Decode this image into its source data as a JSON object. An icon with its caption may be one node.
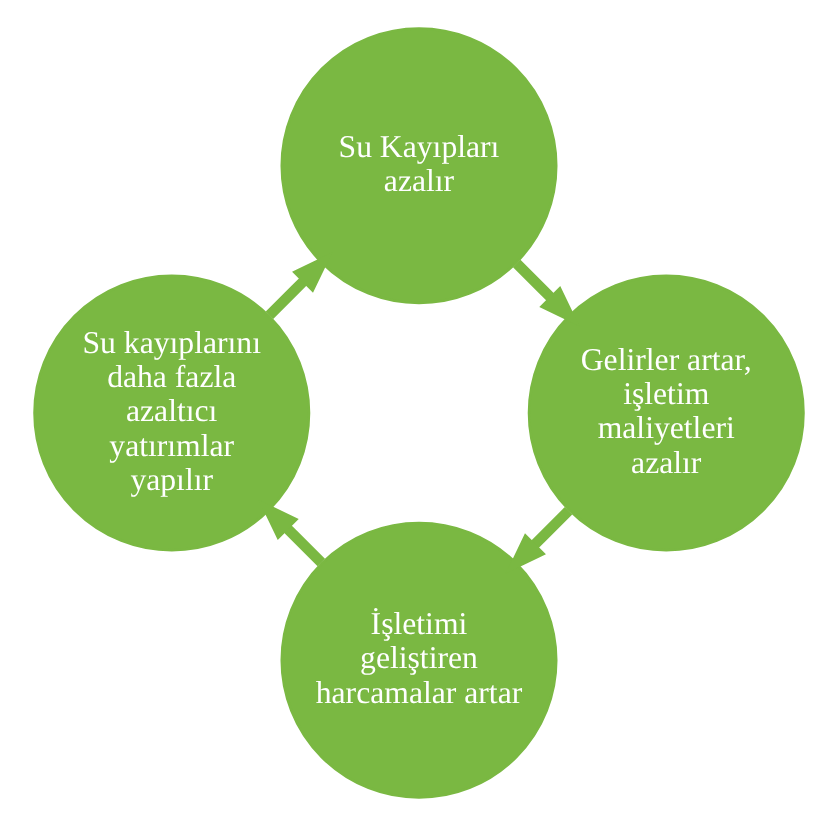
{
  "diagram": {
    "nodes": [
      {
        "text": [
          "İşletimi geliştiren harcamalar artar"
        ]
      },
      {
        "text": [
          "Su kayıplarını daha fazla azaltıcı yatırımlar yapılır"
        ]
      },
      {
        "text": [
          "Su Kayıpları azalır"
        ]
      },
      {
        "text": [
          "Gelirler artar, işletim maliyetleri azalır"
        ]
      }
    ],
    "edges": [
      {
        "from": 0,
        "to": 1,
        "arrow": "to"
      },
      {
        "from": 1,
        "to": 2,
        "arrow": "to"
      },
      {
        "from": 2,
        "to": 3,
        "arrow": "to"
      },
      {
        "from": 3,
        "to": 0,
        "arrow": "to"
      }
    ]
  }
}
